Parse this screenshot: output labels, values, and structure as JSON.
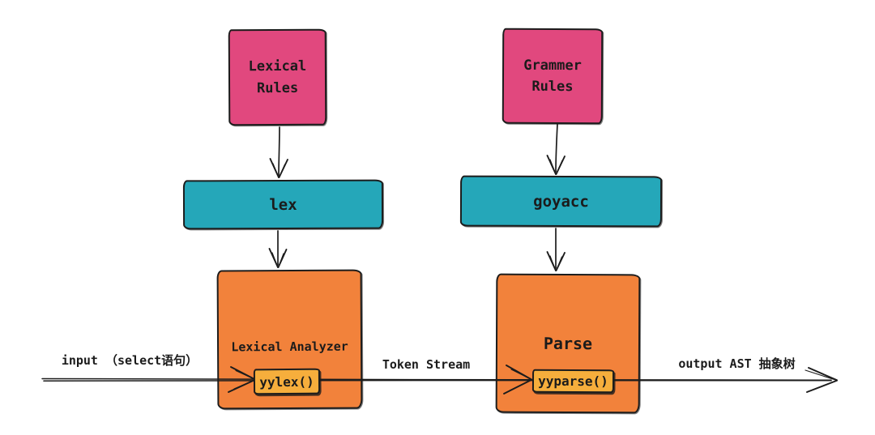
{
  "diagram": {
    "type": "flow-diagram",
    "subject": "lex / goyacc SQL parsing pipeline",
    "colors": {
      "pink": "#E1487E",
      "teal": "#25A7B9",
      "orange": "#F2823B",
      "yellow": "#F6AE3C",
      "ink": "#1C1C1C",
      "background": "#FFFFFF"
    },
    "nodes": {
      "lexical_rules": {
        "label": "Lexical\nRules"
      },
      "grammar_rules": {
        "label": "Grammer\nRules"
      },
      "lex": {
        "label": "lex"
      },
      "goyacc": {
        "label": "goyacc"
      },
      "lexical_analyzer": {
        "label": "Lexical Analyzer",
        "function_label": "yylex()"
      },
      "parser": {
        "label": "Parse",
        "function_label": "yyparse()"
      }
    },
    "edges": [
      {
        "from": "lexical_rules",
        "to": "lex"
      },
      {
        "from": "lex",
        "to": "lexical_analyzer"
      },
      {
        "from": "grammar_rules",
        "to": "goyacc"
      },
      {
        "from": "goyacc",
        "to": "parser"
      },
      {
        "from": "input",
        "to": "lexical_analyzer"
      },
      {
        "from": "lexical_analyzer",
        "to": "parser"
      },
      {
        "from": "parser",
        "to": "output"
      }
    ],
    "flow_labels": {
      "input": "input （select语句）",
      "token_stream": "Token Stream",
      "output": "output AST 抽象树"
    }
  }
}
